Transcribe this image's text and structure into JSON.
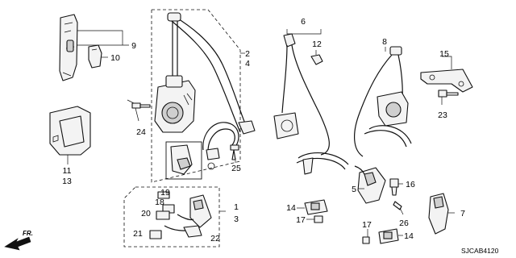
{
  "callouts": {
    "c1": "1",
    "c2": "2",
    "c3": "3",
    "c4": "4",
    "c5": "5",
    "c6": "6",
    "c7": "7",
    "c8": "8",
    "c9": "9",
    "c10": "10",
    "c11": "11",
    "c12": "12",
    "c13": "13",
    "c14a": "14",
    "c14b": "14",
    "c15": "15",
    "c16": "16",
    "c17a": "17",
    "c17b": "17",
    "c18": "18",
    "c19": "19",
    "c20": "20",
    "c21": "21",
    "c22": "22",
    "c23": "23",
    "c24": "24",
    "c25": "25",
    "c26": "26"
  },
  "front_arrow_label": "FR.",
  "diagram_code": "SJCAB4120",
  "icons": {
    "front_arrow": "front-direction-arrow-icon"
  }
}
